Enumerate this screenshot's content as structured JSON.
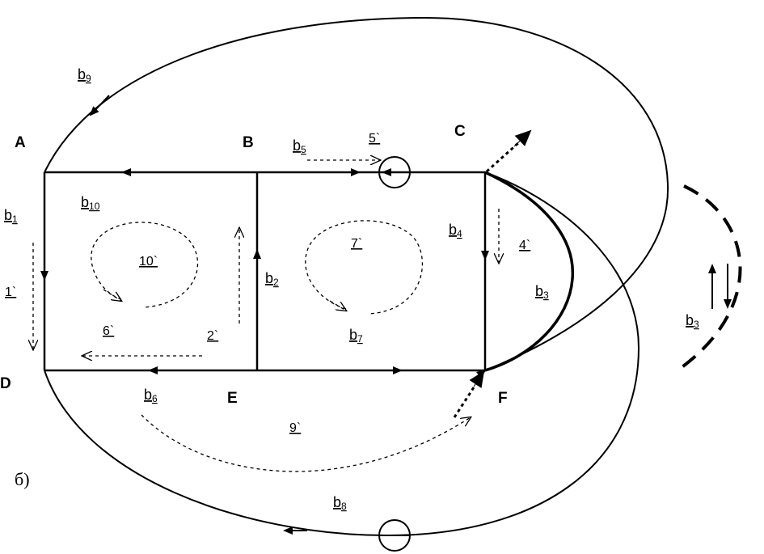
{
  "caption": "б)",
  "nodes": {
    "A": "A",
    "B": "B",
    "C": "C",
    "D": "D",
    "E": "E",
    "F": "F"
  },
  "branches": [
    {
      "id": "b1",
      "base": "b",
      "sub": "1"
    },
    {
      "id": "b2",
      "base": "b",
      "sub": "2"
    },
    {
      "id": "b3",
      "base": "b",
      "sub": "3"
    },
    {
      "id": "b4",
      "base": "b",
      "sub": "4"
    },
    {
      "id": "b5",
      "base": "b",
      "sub": "5"
    },
    {
      "id": "b6",
      "base": "b",
      "sub": "6"
    },
    {
      "id": "b7",
      "base": "b",
      "sub": "7"
    },
    {
      "id": "b8",
      "base": "b",
      "sub": "8"
    },
    {
      "id": "b9",
      "base": "b",
      "sub": "9"
    },
    {
      "id": "b10",
      "base": "b",
      "sub": "10"
    }
  ],
  "legend_branch": {
    "base": "b",
    "sub": "3"
  },
  "loops": [
    "1`",
    "2`",
    "4`",
    "5`",
    "6`",
    "7`",
    "9`",
    "10`"
  ]
}
